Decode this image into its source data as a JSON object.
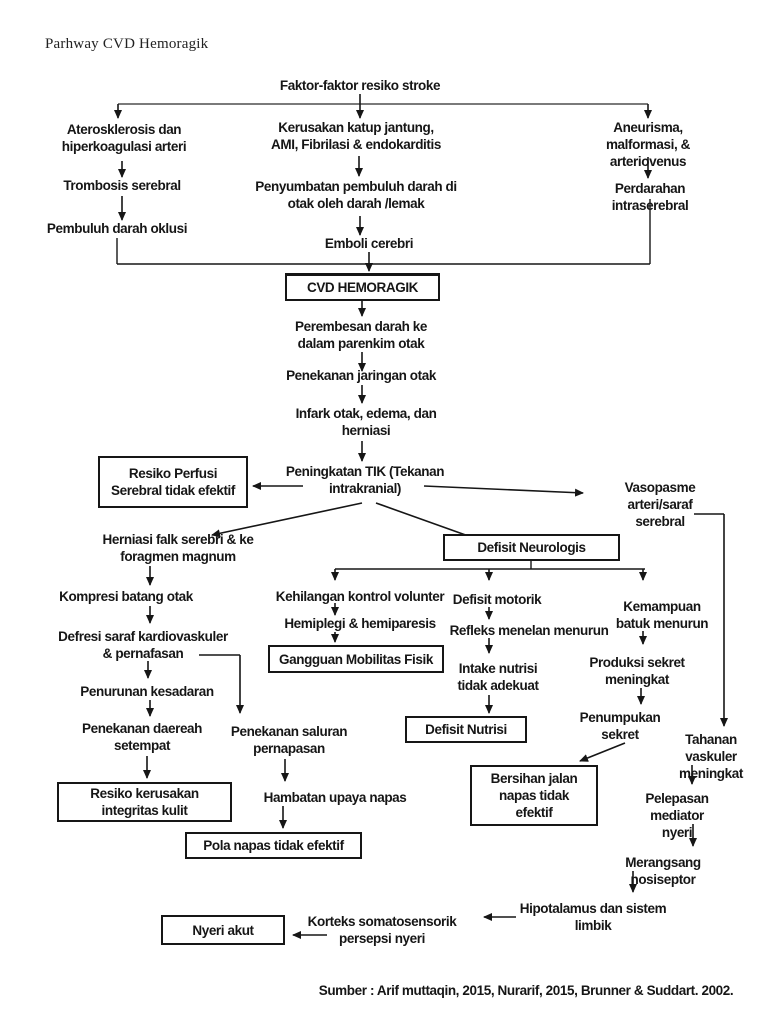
{
  "page": {
    "title": "Parhway CVD Hemoragik",
    "source": "Sumber : Arif muttaqin, 2015, Nurarif, 2015, Brunner & Suddart. 2002."
  },
  "nodes": {
    "faktor": {
      "label": "Faktor-faktor resiko stroke"
    },
    "atero": {
      "label": "Aterosklerosis dan\nhiperkoagulasi arteri"
    },
    "kerusakan": {
      "label": "Kerusakan katup jantung,\nAMI, Fibrilasi & endokarditis"
    },
    "aneurisma": {
      "label": "Aneurisma, malformasi, &\narteriovenus"
    },
    "trombosis": {
      "label": "Trombosis serebral"
    },
    "penyumbatan": {
      "label": "Penyumbatan pembuluh darah di\notak oleh darah /lemak"
    },
    "perdarahan": {
      "label": "Perdarahan intraserebral"
    },
    "pembuluh": {
      "label": "Pembuluh darah oklusi"
    },
    "emboli": {
      "label": "Emboli cerebri"
    },
    "cvd": {
      "label": "CVD HEMORAGIK"
    },
    "perembesan": {
      "label": "Perembesan darah ke\ndalam parenkim otak"
    },
    "penekanan_jaringan": {
      "label": "Penekanan jaringan otak"
    },
    "infark": {
      "label": "Infark otak, edema, dan\nherniasi"
    },
    "tik": {
      "label": "Peningkatan TIK (Tekanan\nintrakranial)"
    },
    "resiko_perfusi": {
      "label": "Resiko Perfusi\nSerebral tidak efektif"
    },
    "vasopasme": {
      "label": "Vasopasme arteri/saraf\nserebral"
    },
    "herniasi_falk": {
      "label": "Herniasi falk serebri & ke\nforagmen magnum"
    },
    "defisit_neurologis": {
      "label": "Defisit Neurologis"
    },
    "kompresi": {
      "label": "Kompresi batang otak"
    },
    "kehilangan": {
      "label": "Kehilangan kontrol volunter"
    },
    "defisit_motorik": {
      "label": "Defisit motorik"
    },
    "kemampuan": {
      "label": "Kemampuan\nbatuk menurun"
    },
    "defresi": {
      "label": "Defresi saraf kardiovaskuler\n& pernafasan"
    },
    "hemiplegi": {
      "label": "Hemiplegi & hemiparesis"
    },
    "refleks": {
      "label": "Refleks menelan menurun"
    },
    "gangguan_mobilitas": {
      "label": "Gangguan Mobilitas Fisik"
    },
    "produksi": {
      "label": "Produksi sekret\nmeningkat"
    },
    "intake": {
      "label": "Intake nutrisi\ntidak adekuat"
    },
    "penurunan": {
      "label": "Penurunan kesadaran"
    },
    "penumpukan": {
      "label": "Penumpukan\nsekret"
    },
    "defisit_nutrisi": {
      "label": "Defisit Nutrisi"
    },
    "tahanan": {
      "label": "Tahanan vaskuler\nmeningkat"
    },
    "penekanan_daereah": {
      "label": "Penekanan daereah\nsetempat"
    },
    "penekanan_saluran": {
      "label": "Penekanan saluran\npernapasan"
    },
    "resiko_kerusakan": {
      "label": "Resiko kerusakan\nintegritas kulit"
    },
    "hambatan": {
      "label": "Hambatan upaya napas"
    },
    "bersihan": {
      "label": "Bersihan jalan\nnapas tidak\nefektif"
    },
    "pelepasan": {
      "label": "Pelepasan mediator\nnyeri"
    },
    "pola_napas": {
      "label": "Pola napas tidak efektif"
    },
    "merangsang": {
      "label": "Merangsang nosiseptor"
    },
    "hipotalamus": {
      "label": "Hipotalamus dan sistem\nlimbik"
    },
    "korteks": {
      "label": "Korteks somatosensorik\npersepsi nyeri"
    },
    "nyeri_akut": {
      "label": "Nyeri akut"
    }
  },
  "edges": [
    [
      "faktor",
      "atero"
    ],
    [
      "faktor",
      "kerusakan"
    ],
    [
      "faktor",
      "aneurisma"
    ],
    [
      "atero",
      "trombosis"
    ],
    [
      "trombosis",
      "pembuluh"
    ],
    [
      "kerusakan",
      "penyumbatan"
    ],
    [
      "penyumbatan",
      "emboli"
    ],
    [
      "aneurisma",
      "perdarahan"
    ],
    [
      "pembuluh",
      "cvd"
    ],
    [
      "emboli",
      "cvd"
    ],
    [
      "perdarahan",
      "cvd"
    ],
    [
      "cvd",
      "perembesan"
    ],
    [
      "perembesan",
      "penekanan_jaringan"
    ],
    [
      "penekanan_jaringan",
      "infark"
    ],
    [
      "infark",
      "tik"
    ],
    [
      "tik",
      "resiko_perfusi"
    ],
    [
      "tik",
      "vasopasme"
    ],
    [
      "tik",
      "herniasi_falk"
    ],
    [
      "tik",
      "defisit_neurologis"
    ],
    [
      "vasopasme",
      "tahanan"
    ],
    [
      "herniasi_falk",
      "kompresi"
    ],
    [
      "kompresi",
      "defresi"
    ],
    [
      "defresi",
      "penurunan"
    ],
    [
      "defresi",
      "penekanan_saluran"
    ],
    [
      "penurunan",
      "penekanan_daereah"
    ],
    [
      "penekanan_daereah",
      "resiko_kerusakan"
    ],
    [
      "penekanan_saluran",
      "hambatan"
    ],
    [
      "hambatan",
      "pola_napas"
    ],
    [
      "defisit_neurologis",
      "kehilangan"
    ],
    [
      "defisit_neurologis",
      "defisit_motorik"
    ],
    [
      "defisit_neurologis",
      "kemampuan"
    ],
    [
      "kehilangan",
      "hemiplegi"
    ],
    [
      "hemiplegi",
      "gangguan_mobilitas"
    ],
    [
      "defisit_motorik",
      "refleks"
    ],
    [
      "refleks",
      "intake"
    ],
    [
      "intake",
      "defisit_nutrisi"
    ],
    [
      "kemampuan",
      "produksi"
    ],
    [
      "produksi",
      "penumpukan"
    ],
    [
      "penumpukan",
      "bersihan"
    ],
    [
      "tahanan",
      "pelepasan"
    ],
    [
      "pelepasan",
      "merangsang"
    ],
    [
      "merangsang",
      "hipotalamus"
    ],
    [
      "hipotalamus",
      "korteks"
    ],
    [
      "korteks",
      "nyeri_akut"
    ]
  ]
}
